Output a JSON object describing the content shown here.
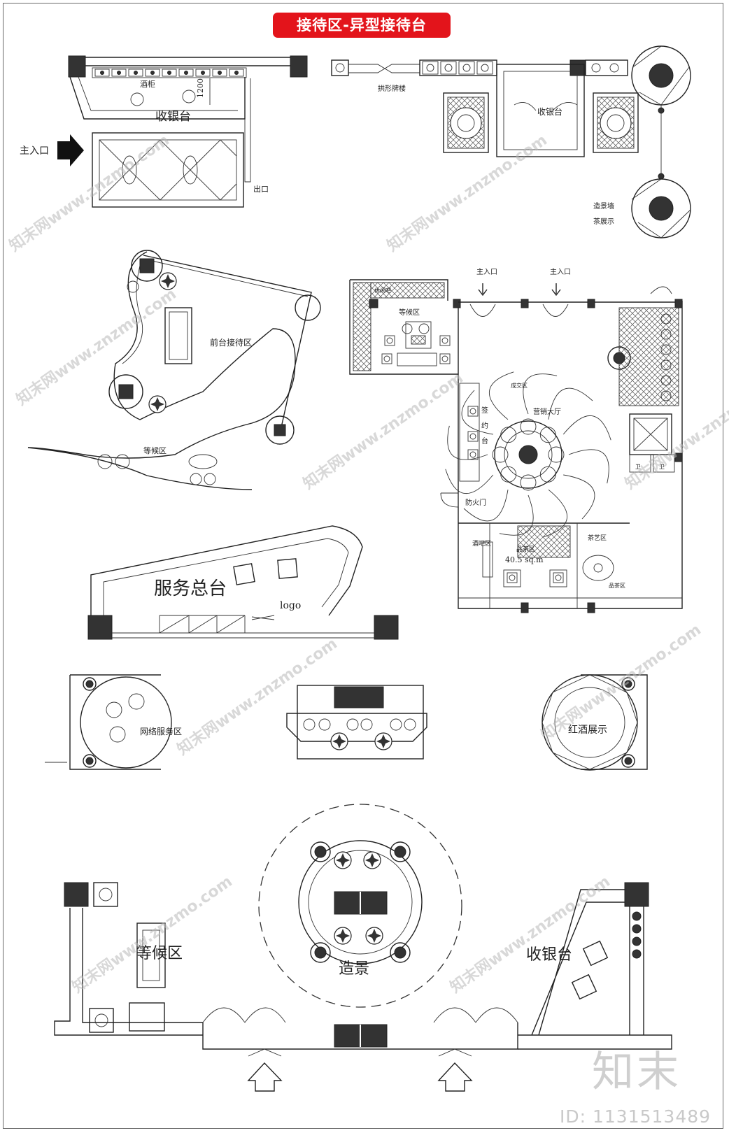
{
  "title": "接待区-异型接待台",
  "colors": {
    "title_bg": "#e3141b",
    "title_fg": "#ffffff",
    "line": "#222222",
    "watermark": "#b9b9b9"
  },
  "plan1": {
    "wine_cabinet": "酒柜",
    "cashier": "收银台",
    "dim": "1200",
    "entrance": "主入口",
    "exit": "出口"
  },
  "plan2": {
    "tag_a": "拱形牌楼",
    "cashier": "收银台",
    "tag_b": "造景墙",
    "tag_c": "茶展示"
  },
  "plan3": {
    "area_a": "前台接待区",
    "area_b": "等候区"
  },
  "plan4": {
    "entrance_a": "主入口",
    "entrance_b": "主入口",
    "wait": "等候区",
    "tag_a": "休闲吧",
    "lobby": "营销大厅",
    "deal_a": "成交区",
    "sign": [
      "签",
      "约",
      "台"
    ],
    "fire_door": "防火门",
    "wine_area": "酒吧区",
    "tasting": "品茶区",
    "area": "40.5 sq.m",
    "tea_area": "茶艺区",
    "rest_a": "卫",
    "rest_b": "卫",
    "tea_label": "品茶区"
  },
  "plan5": {
    "desk": "服务总台",
    "logo": "logo"
  },
  "plan6": {
    "left": "网络服务区",
    "right": "红酒展示"
  },
  "plan7": {
    "wait": "等候区",
    "scene": "造景",
    "cashier": "收银台"
  },
  "watermark_text": "知末网www.znzmo.com",
  "brand": "知末",
  "image_id": "ID: 1131513489"
}
